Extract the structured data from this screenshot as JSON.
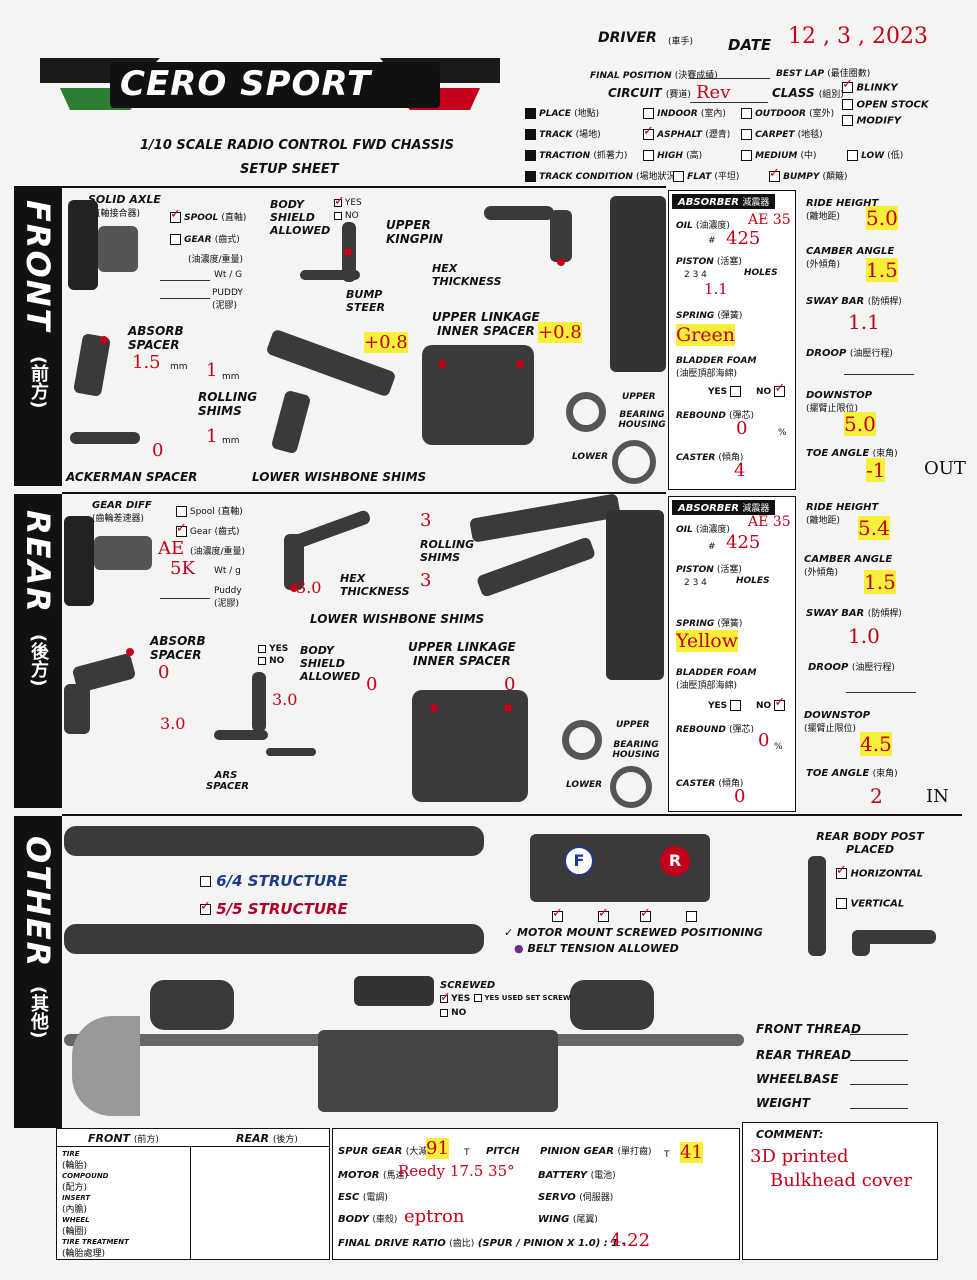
{
  "brand": {
    "logo": "CERO SPORT",
    "title1": "1/10 SCALE RADIO CONTROL FWD CHASSIS",
    "title2": "SETUP SHEET"
  },
  "header": {
    "driver_label": "DRIVER",
    "driver_cn": "(車手)",
    "date_label": "DATE",
    "date_value": "12 , 3 , 2023",
    "final_position": "FINAL POSITION",
    "final_position_cn": "(決賽成績)",
    "best_lap": "BEST LAP",
    "best_lap_cn": "(最佳圈數)",
    "circuit_label": "CIRCUIT",
    "circuit_cn": "(賽道)",
    "circuit_value": "Rev",
    "class_label": "CLASS",
    "class_cn": "(組別)",
    "class_options": [
      "BLINKY",
      "OPEN STOCK",
      "MODIFY"
    ],
    "place": "PLACE",
    "place_cn": "(地點)",
    "indoor": "INDOOR",
    "indoor_cn": "(室內)",
    "outdoor": "OUTDOOR",
    "outdoor_cn": "(室外)",
    "track": "TRACK",
    "track_cn": "(場地)",
    "asphalt": "ASPHALT",
    "asphalt_cn": "(瀝青)",
    "carpet": "CARPET",
    "carpet_cn": "(地毯)",
    "traction": "TRACTION",
    "traction_cn": "(抓著力)",
    "high": "HIGH",
    "high_cn": "(高)",
    "medium": "MEDIUM",
    "medium_cn": "(中)",
    "low": "LOW",
    "low_cn": "(低)",
    "track_condition": "TRACK CONDITION",
    "track_condition_cn": "(場地狀況)",
    "flat": "FLAT",
    "flat_cn": "(平坦)",
    "bumpy": "BUMPY",
    "bumpy_cn": "(顛簸)"
  },
  "front": {
    "side": "FRONT",
    "side_cn": "(前方)",
    "solid_axle": "SOLID AXLE",
    "solid_axle_cn": "(直軸接合器)",
    "spool": "SPOOL",
    "spool_cn": "(直軸)",
    "gear": "GEAR",
    "gear_cn": "(齒式)",
    "oil_cn": "(油濃度/重量)",
    "wt": "Wt / G",
    "puddy": "PUDDY",
    "puddy_cn": "(泥膠)",
    "body_shield": "BODY SHIELD ALLOWED",
    "yes": "YES",
    "no": "NO",
    "upper_kingpin": "UPPER KINGPIN",
    "hex_thickness": "HEX THICKNESS",
    "bump_steer": "BUMP STEER",
    "upper_linkage": "UPPER LINKAGE",
    "inner_spacer": "INNER SPACER",
    "linkage_left": "+0.8",
    "linkage_right": "+0.8",
    "absorb_spacer": "ABSORB SPACER",
    "absorb_value": "1.5",
    "mm": "mm",
    "rolling_shims": "ROLLING SHIMS",
    "shim_top": "1",
    "shim_bottom": "1",
    "ackerman": "ACKERMAN SPACER",
    "ackerman_value": "0",
    "lower_shims": "LOWER WISHBONE SHIMS",
    "upper": "UPPER",
    "lower": "LOWER",
    "bearing_housing": "BEARING HOUSING"
  },
  "front_shock": {
    "absorber": "ABSORBER",
    "absorber_cn": "減震器",
    "oil": "OIL",
    "oil_cn": "(油濃度)",
    "oil_brand": "AE 35",
    "oil_value": "425",
    "piston": "PISTON",
    "piston_cn": "(活塞)",
    "piston_opts": "2  3  4",
    "holes": "HOLES",
    "piston_value": "1.1",
    "spring": "SPRING",
    "spring_cn": "(彈簧)",
    "spring_value": "Green",
    "bladder": "BLADDER FOAM",
    "bladder_cn": "(油壓頂部海綿)",
    "yes": "YES",
    "no": "NO",
    "rebound": "REBOUND",
    "rebound_cn": "(彈芯)",
    "rebound_value": "0",
    "pct": "%",
    "caster": "CASTER",
    "caster_cn": "(傾角)",
    "caster_value": "4"
  },
  "front_geo": {
    "ride": "RIDE HEIGHT",
    "ride_cn": "(離地距)",
    "ride_value": "5.0",
    "camber": "CAMBER ANGLE",
    "camber_cn": "(外傾角)",
    "camber_value": "1.5",
    "sway": "SWAY BAR",
    "sway_cn": "(防傾桿)",
    "sway_value": "1.1",
    "droop": "DROOP",
    "droop_cn": "(油壓行程)",
    "downstop": "DOWNSTOP",
    "downstop_cn": "(擺臂止限位)",
    "downstop_value": "5.0",
    "toe": "TOE ANGLE",
    "toe_cn": "(束角)",
    "toe_value": "-1",
    "toe_suffix": "OUT"
  },
  "rear": {
    "side": "REAR",
    "side_cn": "(後方)",
    "gear_diff": "GEAR DIFF",
    "gear_diff_cn": "(齒輪差速器)",
    "spool": "Spool",
    "spool_cn": "(直軸)",
    "gear": "Gear",
    "gear_cn": "(齒式)",
    "oil_cn": "(油濃度/重量)",
    "diff_brand": "AE",
    "diff_value": "5K",
    "wt": "Wt / g",
    "puddy": "Puddy",
    "puddy_cn": "(泥膠)",
    "hex_thickness": "HEX THICKNESS",
    "hex_value": "3.0",
    "rolling_shims": "ROLLING SHIMS",
    "shim_top": "3",
    "shim_bottom": "3",
    "lower_shims": "LOWER WISHBONE SHIMS",
    "absorb_spacer": "ABSORB SPACER",
    "absorb_value": "0",
    "body_shield": "BODY SHIELD ALLOWED",
    "yes": "YES",
    "no": "NO",
    "shield_value": "3.0",
    "ars_spacer": "ARS SPACER",
    "ars_value": "3.0",
    "upper_linkage": "UPPER LINKAGE",
    "inner_spacer": "INNER SPACER",
    "linkage_left": "0",
    "linkage_right": "0",
    "upper": "UPPER",
    "lower": "LOWER",
    "bearing_housing": "BEARING HOUSING"
  },
  "rear_shock": {
    "absorber": "ABSORBER",
    "absorber_cn": "減震器",
    "oil": "OIL",
    "oil_cn": "(油濃度)",
    "oil_brand": "AE 35",
    "oil_value": "425",
    "piston": "PISTON",
    "piston_cn": "(活塞)",
    "piston_opts": "2  3  4",
    "holes": "HOLES",
    "spring": "SPRING",
    "spring_cn": "(彈簧)",
    "spring_value": "Yellow",
    "bladder": "BLADDER FOAM",
    "bladder_cn": "(油壓頂部海綿)",
    "yes": "YES",
    "no": "NO",
    "rebound": "REBOUND",
    "rebound_cn": "(彈芯)",
    "rebound_value": "0",
    "pct": "%",
    "caster": "CASTER",
    "caster_cn": "(傾角)",
    "caster_value": "0"
  },
  "rear_geo": {
    "ride": "RIDE HEIGHT",
    "ride_cn": "(離地距)",
    "ride_value": "5.4",
    "camber": "CAMBER ANGLE",
    "camber_cn": "(外傾角)",
    "camber_value": "1.5",
    "sway": "SWAY BAR",
    "sway_cn": "(防傾桿)",
    "sway_value": "1.0",
    "droop": "DROOP",
    "droop_cn": "(油壓行程)",
    "downstop": "DOWNSTOP",
    "downstop_cn": "(擺臂止限位)",
    "downstop_value": "4.5",
    "toe": "TOE ANGLE",
    "toe_cn": "(束角)",
    "toe_value": "2",
    "toe_suffix": "IN"
  },
  "other": {
    "side": "OTHER",
    "side_cn": "(其他)",
    "structure_64": "6/4 STRUCTURE",
    "structure_55": "5/5 STRUCTURE",
    "motor_mount": "MOTOR MOUNT SCREWED POSITIONING",
    "belt": "BELT TENSION ALLOWED",
    "rear_post": "REAR BODY POST PLACED",
    "horizontal": "HORIZONTAL",
    "vertical": "VERTICAL",
    "screwed": "SCREWED",
    "yes": "YES",
    "yes_used": "YES USED SET SCREW",
    "no": "NO",
    "front_thread": "FRONT THREAD",
    "rear_thread": "REAR THREAD",
    "wheelbase": "WHEELBASE",
    "weight": "WEIGHT",
    "f": "F",
    "r": "R"
  },
  "bottom": {
    "front": "FRONT",
    "front_cn": "(前方)",
    "rear": "REAR",
    "rear_cn": "(後方)",
    "rows": [
      "TIRE",
      "COMPOUND",
      "INSERT",
      "WHEEL",
      "TIRE TREATMENT"
    ],
    "rows_cn": [
      "(輪胎)",
      "(配方)",
      "(內膽)",
      "(輪圈)",
      "(輪胎處理)"
    ],
    "spur": "SPUR GEAR",
    "spur_cn": "(大減齒)",
    "spur_value": "91",
    "t": "T",
    "pitch": "PITCH",
    "pinion": "PINION GEAR",
    "pinion_cn": "(單打齒)",
    "pinion_value": "41",
    "motor": "MOTOR",
    "motor_cn": "(馬達)",
    "motor_value": "Reedy 17.5  35°",
    "battery": "BATTERY",
    "battery_cn": "(電池)",
    "esc": "ESC",
    "esc_cn": "(電調)",
    "servo": "SERVO",
    "servo_cn": "(伺服器)",
    "body": "BODY",
    "body_cn": "(車殼)",
    "body_value": "eptron",
    "wing": "WING",
    "wing_cn": "(尾翼)",
    "fdr": "FINAL DRIVE RATIO",
    "fdr_cn": "(齒比)",
    "fdr_formula": "(SPUR / PINION X 1.0) : 1 -",
    "fdr_value": "4.22",
    "comment": "COMMENT:",
    "comment_line1": "3D printed",
    "comment_line2": "Bulkhead cover"
  }
}
